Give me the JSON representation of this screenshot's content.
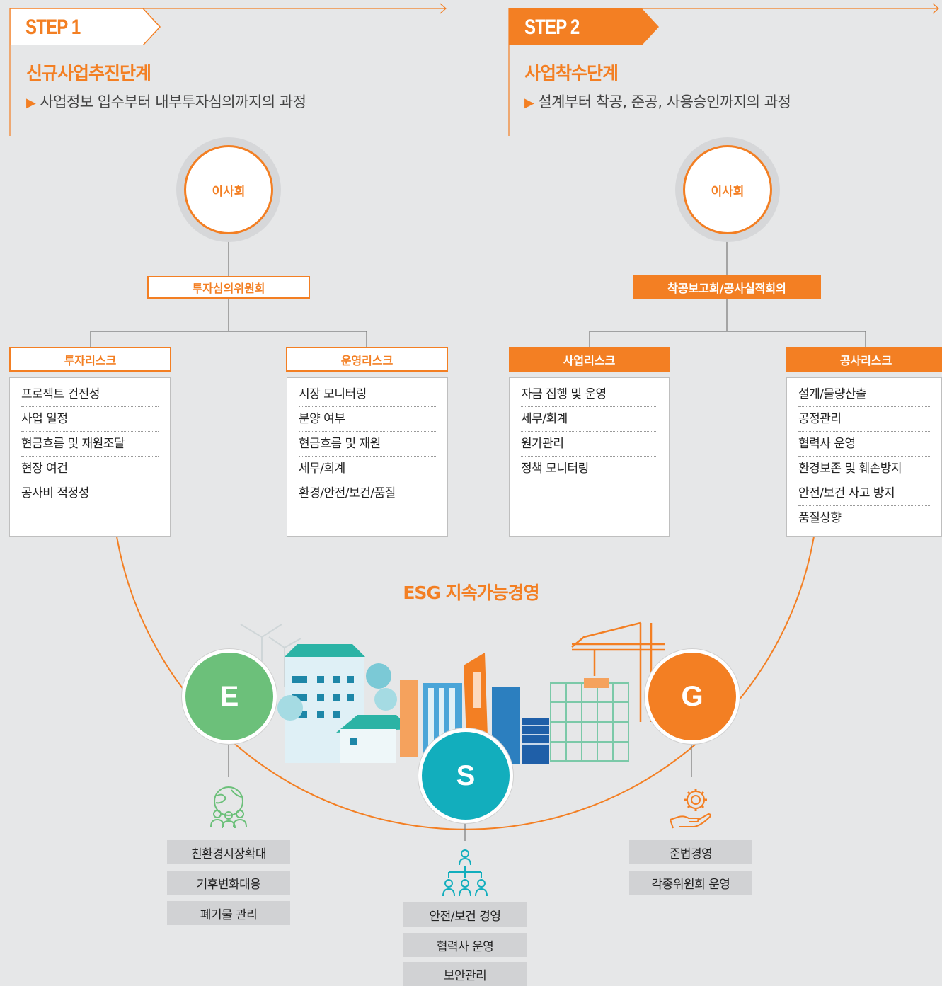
{
  "steps": [
    {
      "tag": "STEP 1",
      "title": "신규사업추진단계",
      "desc": "사업정보 입수부터 내부투자심의까지의 과정",
      "top_node": "이사회",
      "committee": "투자심의위원회",
      "left": {
        "title": "투자리스크",
        "items": [
          "프로젝트 건전성",
          "사업 일정",
          "현금흐름 및 재원조달",
          "현장 여건",
          "공사비 적정성"
        ]
      },
      "right": {
        "title": "운영리스크",
        "items": [
          "시장 모니터링",
          "분양 여부",
          "현금흐름 및 재원",
          "세무/회계",
          "환경/안전/보건/품질"
        ]
      }
    },
    {
      "tag": "STEP 2",
      "title": "사업착수단계",
      "desc": "설계부터 착공, 준공, 사용승인까지의 과정",
      "top_node": "이사회",
      "committee": "착공보고회/공사실적회의",
      "left": {
        "title": "사업리스크",
        "items": [
          "자금 집행 및 운영",
          "세무/회계",
          "원가관리",
          "정책 모니터링"
        ]
      },
      "right": {
        "title": "공사리스크",
        "items": [
          "설계/물량산출",
          "공정관리",
          "협력사 운영",
          "환경보존 및 훼손방지",
          "안전/보건 사고 방지",
          "품질상향"
        ]
      }
    }
  ],
  "esg": {
    "title": "ESG 지속가능경영",
    "e": {
      "letter": "E",
      "color": "#6cc07a",
      "icon": "globe-people-icon",
      "items": [
        "친환경시장확대",
        "기후변화대응",
        "폐기물 관리"
      ]
    },
    "s": {
      "letter": "S",
      "color": "#12aebd",
      "icon": "org-chart-icon",
      "items": [
        "안전/보건 경영",
        "협력사 운영",
        "보안관리"
      ]
    },
    "g": {
      "letter": "G",
      "color": "#f37f23",
      "icon": "gear-hand-icon",
      "items": [
        "준법경영",
        "각종위원회 운영"
      ]
    }
  },
  "colors": {
    "accent": "#f37f23",
    "bg": "#e6e7e8"
  }
}
